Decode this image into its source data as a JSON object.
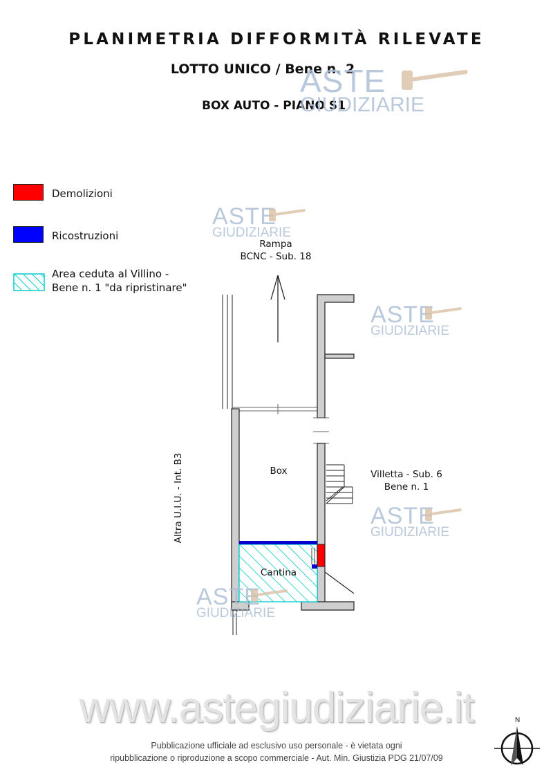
{
  "header": {
    "title": "PLANIMETRIA DIFFORMITÀ RILEVATE",
    "subtitle": "LOTTO UNICO / Bene n. 2",
    "subtitle2": "BOX AUTO - PIANO S1"
  },
  "legend": {
    "items": [
      {
        "label": "Demolizioni",
        "color": "#ff0000"
      },
      {
        "label": "Ricostruzioni",
        "color": "#0000ff"
      },
      {
        "label_line1": "Area ceduta al Villino -",
        "label_line2": "Bene n. 1 \"da ripristinare\"",
        "color": "#00cccc"
      }
    ]
  },
  "plan": {
    "rampa_line1": "Rampa",
    "rampa_line2": "BCNC - Sub. 18",
    "box": "Box",
    "cantina": "Cantina",
    "villetta_line1": "Villetta - Sub. 6",
    "villetta_line2": "Bene n. 1",
    "altra": "Altra U.I.U. - Int. B3",
    "north": "N"
  },
  "watermark": {
    "aste": "ASTE",
    "giudiziarie": "GIUDIZIARIE",
    "site": "www.astegiudiziarie.it",
    "color": "#aebfd6"
  },
  "footer": {
    "line1": "Pubblicazione ufficiale ad esclusivo uso personale - è vietata ogni",
    "line2": "ripubblicazione o riproduzione a scopo commerciale - Aut. Min. Giustizia PDG 21/07/09"
  }
}
